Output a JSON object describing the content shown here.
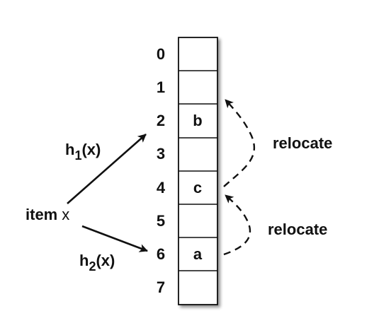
{
  "table": {
    "indices": [
      "0",
      "1",
      "2",
      "3",
      "4",
      "5",
      "6",
      "7"
    ],
    "cells": [
      "",
      "",
      "b",
      "",
      "c",
      "",
      "a",
      ""
    ]
  },
  "item": {
    "label": "item",
    "var": "x"
  },
  "hash1": {
    "h": "h",
    "sub": "1",
    "arg": "(x)"
  },
  "hash2": {
    "h": "h",
    "sub": "2",
    "arg": "(x)"
  },
  "relocate_labels": [
    "relocate",
    "relocate"
  ],
  "colors": {
    "stroke": "#111111",
    "shadow": "#9a9a9a",
    "background": "#ffffff"
  }
}
